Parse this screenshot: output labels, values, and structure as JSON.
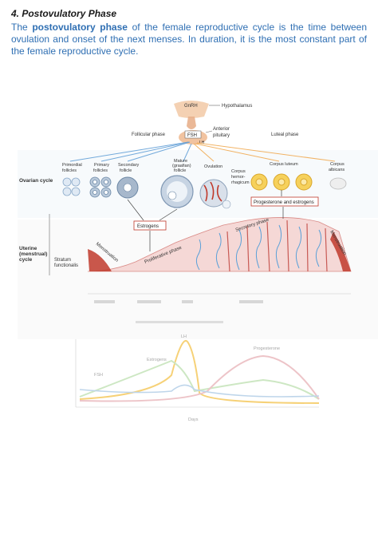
{
  "heading": "4. Postovulatory Phase",
  "paragraph": {
    "pre": "The ",
    "term": "postovulatory phase",
    "post": " of the female reproductive cycle is the time between ovulation and onset of the next menses. In duration, it is the most constant part of the female reproductive cycle."
  },
  "figure": {
    "hypothalamus": "Hypothalamus",
    "gnrh": "GnRH",
    "fsh": "FSH",
    "lh": "LH",
    "anterior_pituitary": [
      "Anterior",
      "pituitary"
    ],
    "follicular_phase": "Follicular phase",
    "luteal_phase": "Luteal phase",
    "ovarian_cycle": "Ovarian cycle",
    "follicles": [
      [
        "Primordial",
        "follicles"
      ],
      [
        "Primary",
        "follicles"
      ],
      [
        "Secondary",
        "follicle"
      ],
      [
        "Mature",
        "(graafian)",
        "follicle"
      ],
      [
        "Ovulation"
      ],
      [
        "Corpus luteum"
      ],
      [
        "Corpus",
        "albicans"
      ]
    ],
    "corpus_hemorrhagicum": [
      "Corpus",
      "hemor-",
      "rhagicum"
    ],
    "estrogens": "Estrogens",
    "progesterone_estrogens": "Progesterone and estrogens",
    "uterine_cycle": [
      "Uterine",
      "(menstrual)",
      "cycle"
    ],
    "stratum_functionalis": [
      "Stratum",
      "functionalis"
    ],
    "menstruation": "Menstruation",
    "proliferative_phase": "Proliferative phase",
    "secretory_phase": "Secretory phase",
    "lh_peak": "LH",
    "estrogens_curve": "Estrogens",
    "progesterone_curve": "Progesterone",
    "fsh_curve": "FSH",
    "days_label": "Days"
  }
}
